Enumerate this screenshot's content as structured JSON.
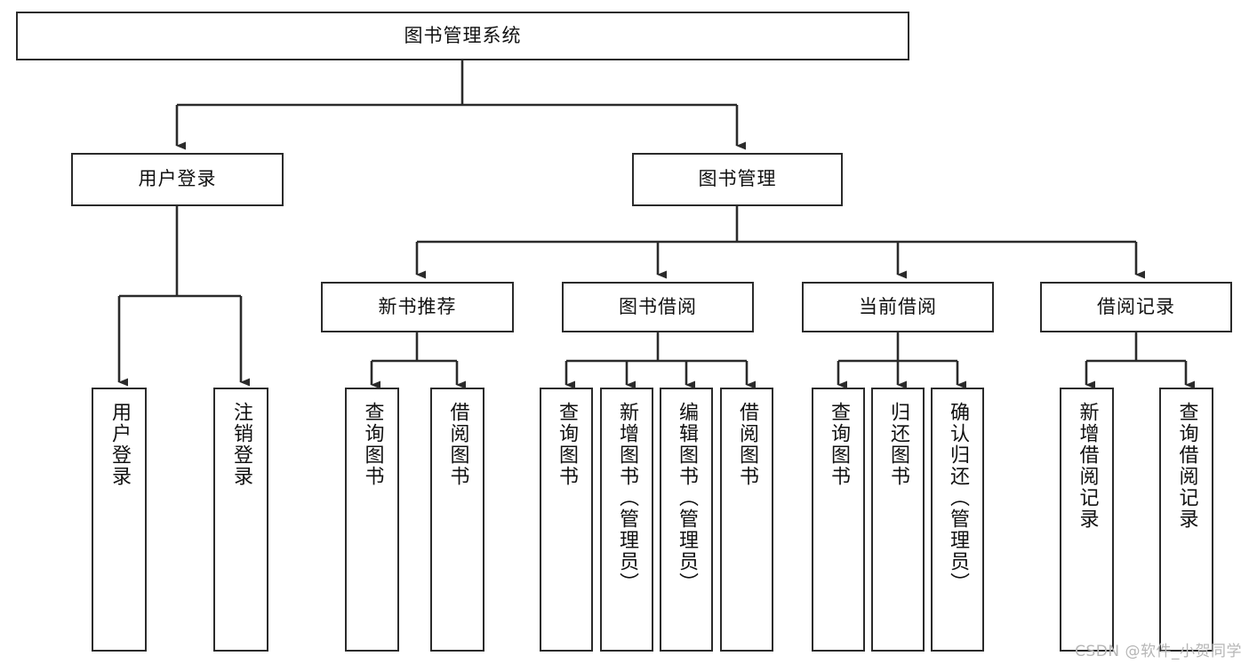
{
  "diagram": {
    "title": "图书管理系统",
    "type": "tree-hierarchy",
    "watermark": "CSDN @软件_小贺同学",
    "colors": {
      "box_border": "#2b2b2b",
      "box_fill": "#ffffff",
      "connector": "#2b2b2b",
      "text": "#111111",
      "watermark": "#b6b6b6",
      "background": "#ffffff"
    },
    "levels": {
      "root": {
        "label": "图书管理系统"
      },
      "level2": [
        {
          "id": "user-login",
          "label": "用户登录"
        },
        {
          "id": "book-manage",
          "label": "图书管理"
        }
      ],
      "level3": [
        {
          "id": "new-book-recommend",
          "label": "新书推荐",
          "parent": "book-manage"
        },
        {
          "id": "book-borrow",
          "label": "图书借阅",
          "parent": "book-manage"
        },
        {
          "id": "current-borrow",
          "label": "当前借阅",
          "parent": "book-manage"
        },
        {
          "id": "borrow-record",
          "label": "借阅记录",
          "parent": "book-manage"
        }
      ],
      "leaves": [
        {
          "id": "leaf-user-login",
          "label": "用户登录",
          "parent": "user-login"
        },
        {
          "id": "leaf-logout-login",
          "label": "注销登录",
          "parent": "user-login"
        },
        {
          "id": "leaf-query-book-1",
          "label": "查询图书",
          "parent": "new-book-recommend"
        },
        {
          "id": "leaf-borrow-book-1",
          "label": "借阅图书",
          "parent": "new-book-recommend"
        },
        {
          "id": "leaf-query-book-2",
          "label": "查询图书",
          "parent": "book-borrow"
        },
        {
          "id": "leaf-add-book",
          "label": "新增图书（管理员）",
          "parent": "book-borrow"
        },
        {
          "id": "leaf-edit-book",
          "label": "编辑图书（管理员）",
          "parent": "book-borrow"
        },
        {
          "id": "leaf-borrow-book-2",
          "label": "借阅图书",
          "parent": "book-borrow"
        },
        {
          "id": "leaf-query-book-3",
          "label": "查询图书",
          "parent": "current-borrow"
        },
        {
          "id": "leaf-return-book",
          "label": "归还图书",
          "parent": "current-borrow"
        },
        {
          "id": "leaf-confirm-return",
          "label": "确认归还（管理员）",
          "parent": "current-borrow"
        },
        {
          "id": "leaf-add-record",
          "label": "新增借阅记录",
          "parent": "borrow-record"
        },
        {
          "id": "leaf-query-record",
          "label": "查询借阅记录",
          "parent": "borrow-record"
        }
      ]
    }
  }
}
